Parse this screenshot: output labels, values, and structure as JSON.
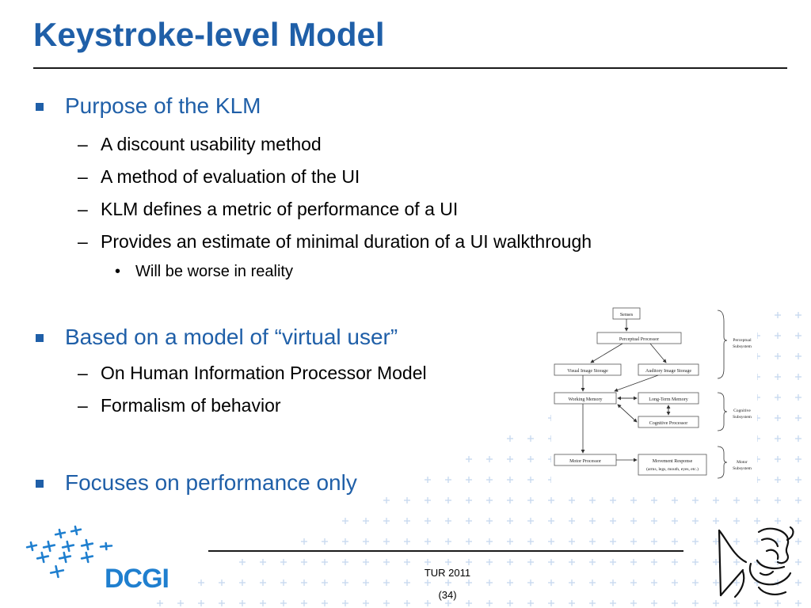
{
  "slide": {
    "title": "Keystroke-level Model",
    "sections": [
      {
        "heading": "Purpose of the KLM",
        "items": [
          "A discount usability method",
          "A method of evaluation of the UI",
          "KLM defines a metric of performance of a UI",
          "Provides an estimate of minimal duration of a UI walkthrough"
        ],
        "subitems": [
          "Will be worse in reality"
        ]
      },
      {
        "heading": "Based on a model of “virtual user”",
        "items": [
          "On Human Information Processor Model",
          "Formalism of behavior"
        ]
      },
      {
        "heading": "Focuses on performance only"
      }
    ],
    "dash": "–",
    "dot": "•"
  },
  "diagram": {
    "senses": "Senses",
    "perceptual_processor": "Perceptual Processor",
    "visual_image_storage": "Visual Image Storage",
    "auditory_image_storage": "Auditory Image Storage",
    "working_memory": "Working Memory",
    "long_term_memory": "Long-Term Memory",
    "cognitive_processor": "Cognitive Processor",
    "motor_processor": "Motor Processor",
    "movement_response": "Movement Response",
    "movement_response_detail": "(arms, legs, mouth, eyes, etc.)",
    "perceptual_subsystem": [
      "Perceptual",
      "Subsystem"
    ],
    "cognitive_subsystem": [
      "Cognitive",
      "Subsystem"
    ],
    "motor_subsystem": [
      "Motor",
      "Subsystem"
    ]
  },
  "footer": {
    "course": "TUR 2011",
    "page": "(34)",
    "logo_text": "DCGI"
  },
  "colors": {
    "accent": "#1f5fa8",
    "logo_blue": "#1f7fcf",
    "plus_grid": "#c9daf0"
  }
}
